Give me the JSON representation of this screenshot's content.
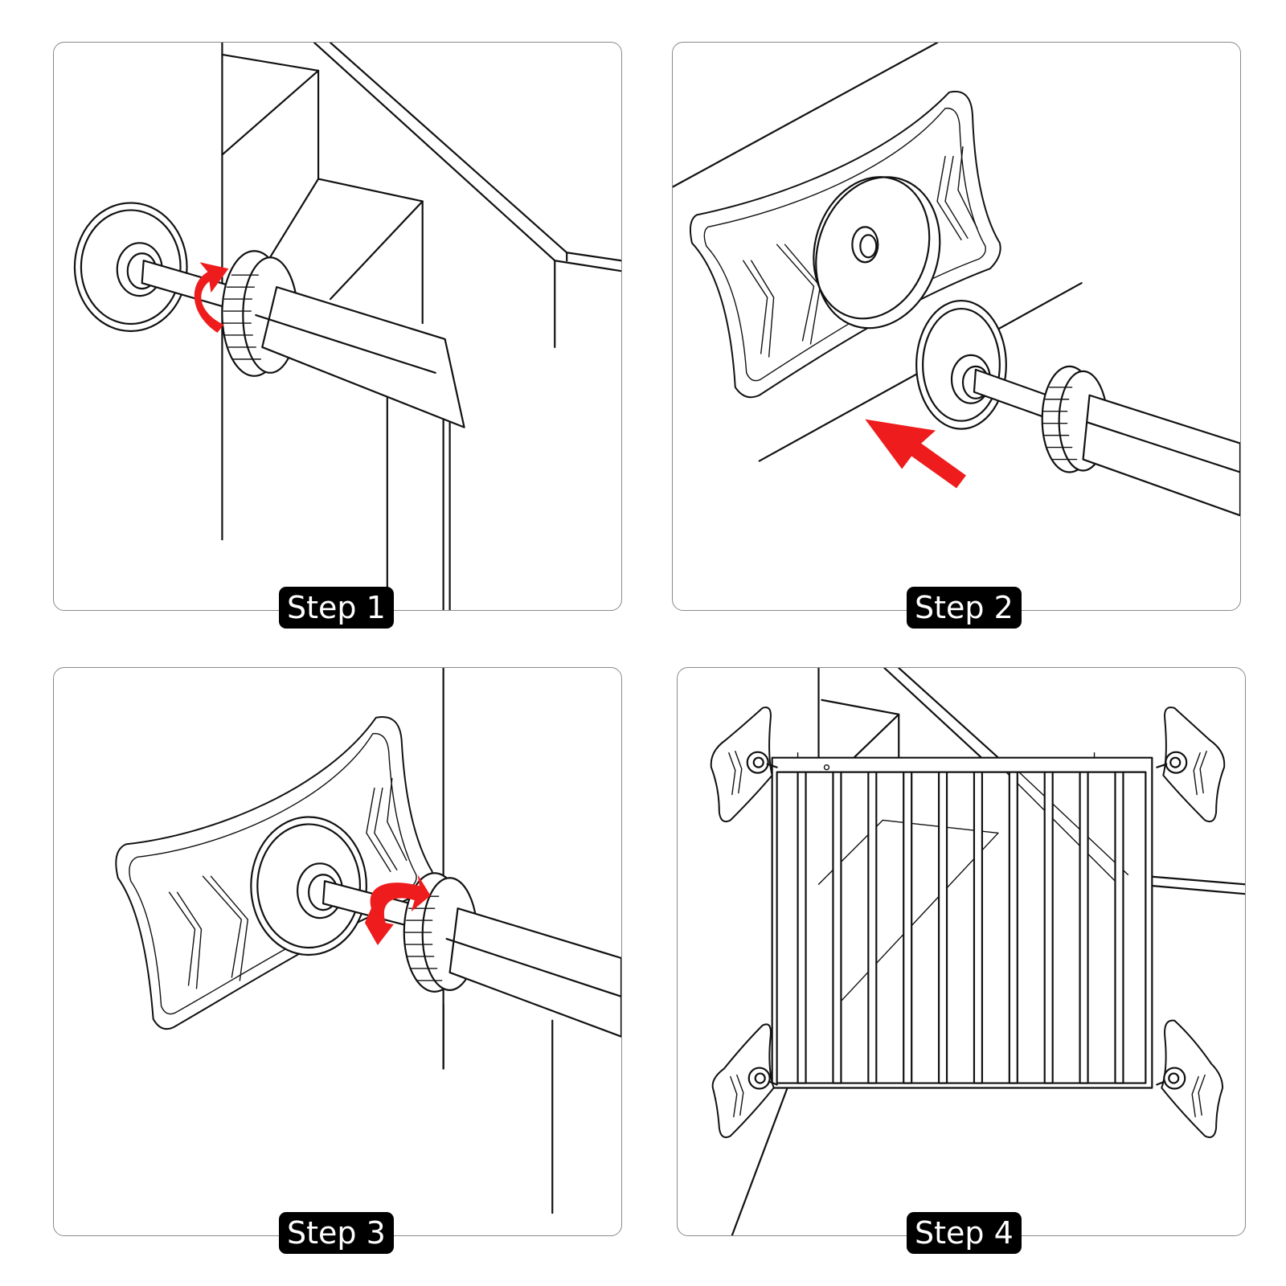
{
  "steps": [
    {
      "label": "Step 1",
      "arrow_color": "#ee1c1c"
    },
    {
      "label": "Step 2",
      "arrow_color": "#ee1c1c"
    },
    {
      "label": "Step 3",
      "arrow_color": "#ee1c1c"
    },
    {
      "label": "Step 4"
    }
  ],
  "label_colors": {
    "background": "#000000",
    "text": "#ffffff"
  }
}
